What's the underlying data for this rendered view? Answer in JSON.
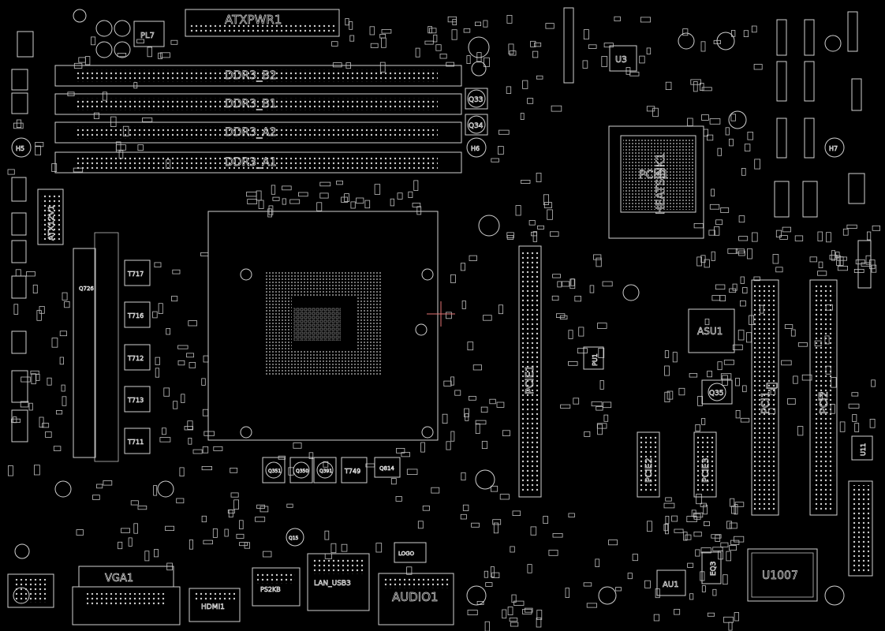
{
  "labels": {
    "atxpwr": "ATXPWR1",
    "pl7": "PL7",
    "u3": "U3",
    "q33": "Q33",
    "q34": "Q34",
    "h6": "H6",
    "h5": "H5",
    "h7": "H7",
    "ddr3_b2": "DDR3_B2",
    "ddr3_b1": "DDR3_B1",
    "ddr3_a2": "DDR3_A2",
    "ddr3_a1": "DDR3_A1",
    "atx12v": "ATX12V1",
    "heatsink": "HEATSINK1",
    "pch": "PCH1",
    "asu1": "ASU1",
    "q35": "Q35",
    "pcie1": "PCIE1",
    "pci1": "PCI1",
    "pci2": "PCI2",
    "pcie2": "PCIE2",
    "pcie3": "PCIE3",
    "u11": "U11",
    "u1007": "U1007",
    "au1": "AU1",
    "eq3": "EQ3",
    "audio1": "AUDIO1",
    "lan_usb": "LAN_USB3",
    "vga": "VGA1",
    "hdmi": "HDMI1",
    "ps2": "PS2KB",
    "t717": "T717",
    "t716": "T716",
    "t712": "T712",
    "t713": "T713",
    "t711": "T711",
    "q814": "Q814",
    "q351": "Q351",
    "q350": "Q350",
    "q391": "Q391",
    "t749": "T749",
    "pu1": "PU1",
    "q15": "Q15",
    "logo": "LOGO",
    "q726": "Q726"
  }
}
